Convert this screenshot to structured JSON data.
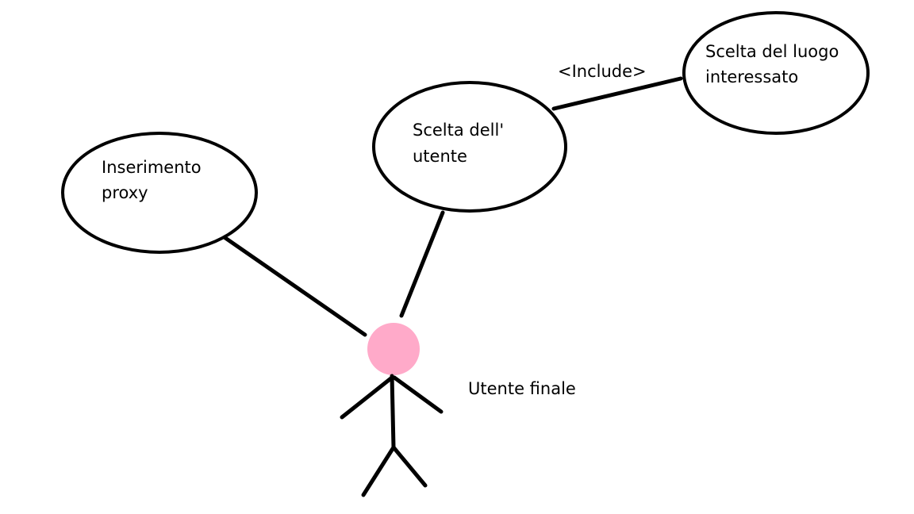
{
  "diagram": {
    "use_cases": {
      "proxy": {
        "line1": "Inserimento",
        "line2": "proxy"
      },
      "user_choice": {
        "line1": "Scelta dell'",
        "line2": "utente"
      },
      "place_choice": {
        "line1": "Scelta del luogo",
        "line2": "interessato"
      }
    },
    "include_label": "<Include>",
    "actor": {
      "name": "Utente finale",
      "head_color": "#ffaac9"
    },
    "stroke_color": "#000000"
  }
}
